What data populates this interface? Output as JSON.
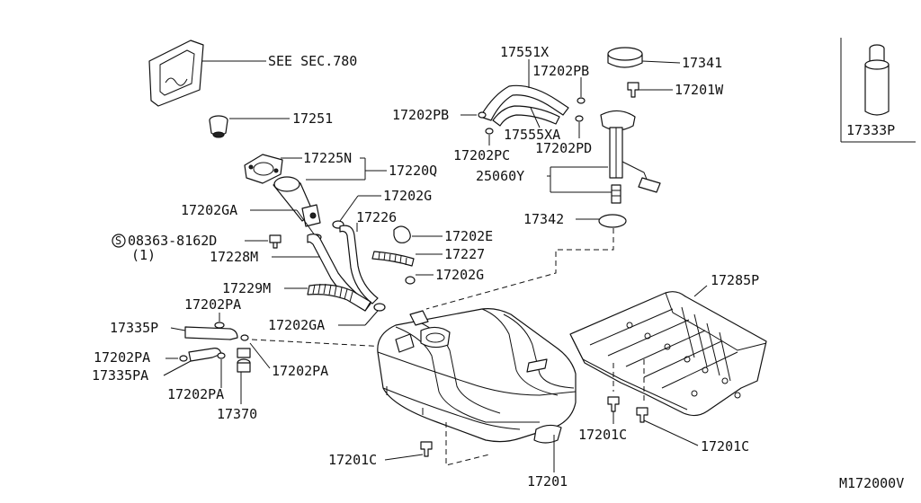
{
  "labels": {
    "see_sec": "SEE SEC.780",
    "p17251": "17251",
    "p17225n": "17225N",
    "p17220q": "17220Q",
    "p17202g_top": "17202G",
    "p17202ga_top": "17202GA",
    "p17226": "17226",
    "p17202e": "17202E",
    "p17227": "17227",
    "bolt_code": "08363-8162D",
    "bolt_qty": "(1)",
    "bolt_symbol": "S",
    "p17228m": "17228M",
    "p17202g_mid": "17202G",
    "p17229m": "17229M",
    "p17202pa_a": "17202PA",
    "p17202ga_bot": "17202GA",
    "p17335p": "17335P",
    "p17202pa_b": "17202PA",
    "p17335pa": "17335PA",
    "p17202pa_c": "17202PA",
    "p17202pa_d": "17202PA",
    "p17370": "17370",
    "p17551x": "17551X",
    "p17202pb_a": "17202PB",
    "p17202pb_b": "17202PB",
    "p17555xa": "17555XA",
    "p17202pc": "17202PC",
    "p17202pd": "17202PD",
    "p25060y": "25060Y",
    "p17341": "17341",
    "p17201w": "17201W",
    "p17342": "17342",
    "p17285p": "17285P",
    "p17201c_a": "17201C",
    "p17201c_b": "17201C",
    "p17201c_c": "17201C",
    "p17201": "17201",
    "p17333p": "17333P",
    "diagram_code": "M172000V"
  }
}
